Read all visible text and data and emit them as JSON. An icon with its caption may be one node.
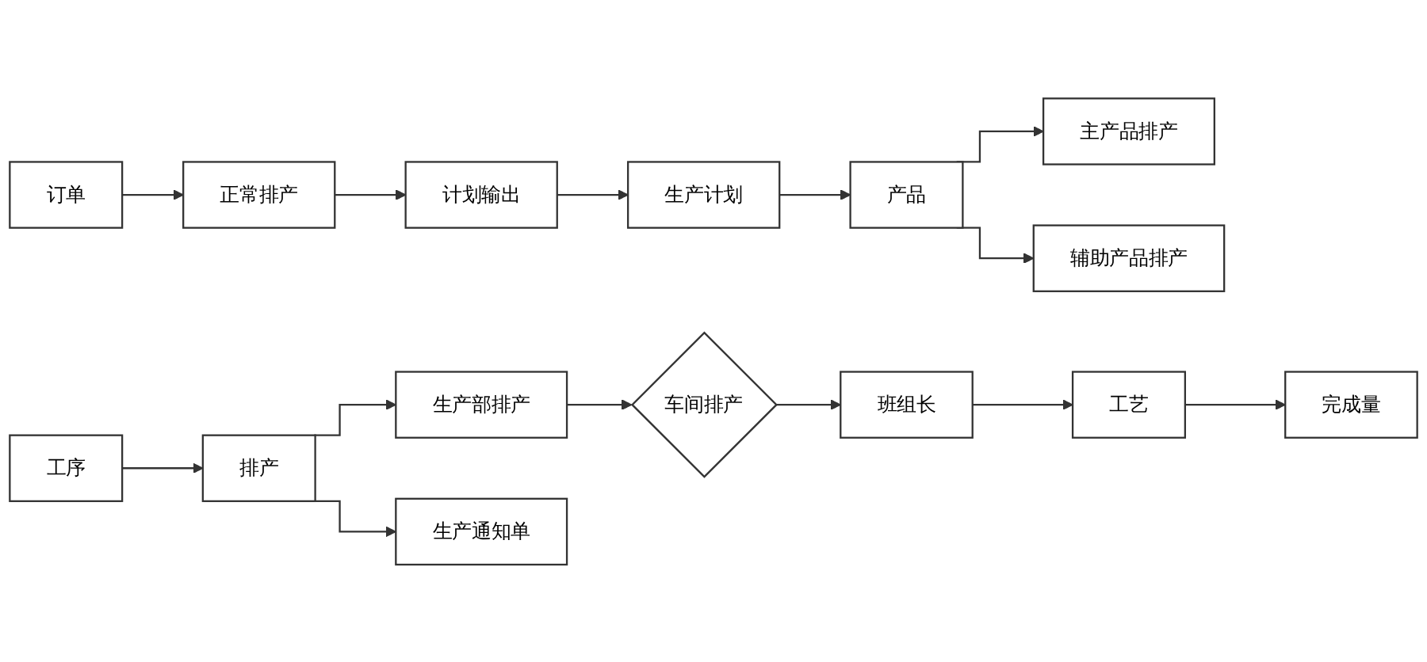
{
  "diagram": {
    "nodes": [
      {
        "text": [
          "订单"
        ]
      },
      {
        "text": [
          "正常排产"
        ]
      },
      {
        "text": [
          "计划输出"
        ]
      },
      {
        "text": [
          "生产计划"
        ]
      },
      {
        "text": [
          "产品"
        ]
      },
      {
        "text": [
          "主产品排产"
        ]
      },
      {
        "text": [
          "辅助产品排产"
        ]
      },
      {
        "text": [
          "工序"
        ]
      },
      {
        "text": [
          "排产"
        ]
      },
      {
        "text": [
          "生产部排产"
        ]
      },
      {
        "text": [
          "车间排产"
        ]
      },
      {
        "text": [
          "班组长"
        ]
      },
      {
        "text": [
          "工艺"
        ]
      },
      {
        "text": [
          "完成量"
        ]
      },
      {
        "text": [
          "生产通知单"
        ]
      }
    ],
    "edges": [
      {
        "from": 0,
        "to": 1,
        "arrow": "to"
      },
      {
        "from": 1,
        "to": 2,
        "arrow": "to"
      },
      {
        "from": 2,
        "to": 3,
        "arrow": "to"
      },
      {
        "from": 3,
        "to": 4,
        "arrow": "to"
      },
      {
        "from": 4,
        "to": 5,
        "arrow": "to"
      },
      {
        "from": 4,
        "to": 6,
        "arrow": "to"
      },
      {
        "from": 7,
        "to": 8,
        "arrow": "to"
      },
      {
        "from": 8,
        "to": 9,
        "arrow": "to"
      },
      {
        "from": 9,
        "to": 10,
        "arrow": "to"
      },
      {
        "from": 10,
        "to": 11,
        "arrow": "to"
      },
      {
        "from": 11,
        "to": 12,
        "arrow": "to"
      },
      {
        "from": 12,
        "to": 13,
        "arrow": "to"
      },
      {
        "from": 8,
        "to": 14,
        "arrow": "to"
      }
    ]
  }
}
